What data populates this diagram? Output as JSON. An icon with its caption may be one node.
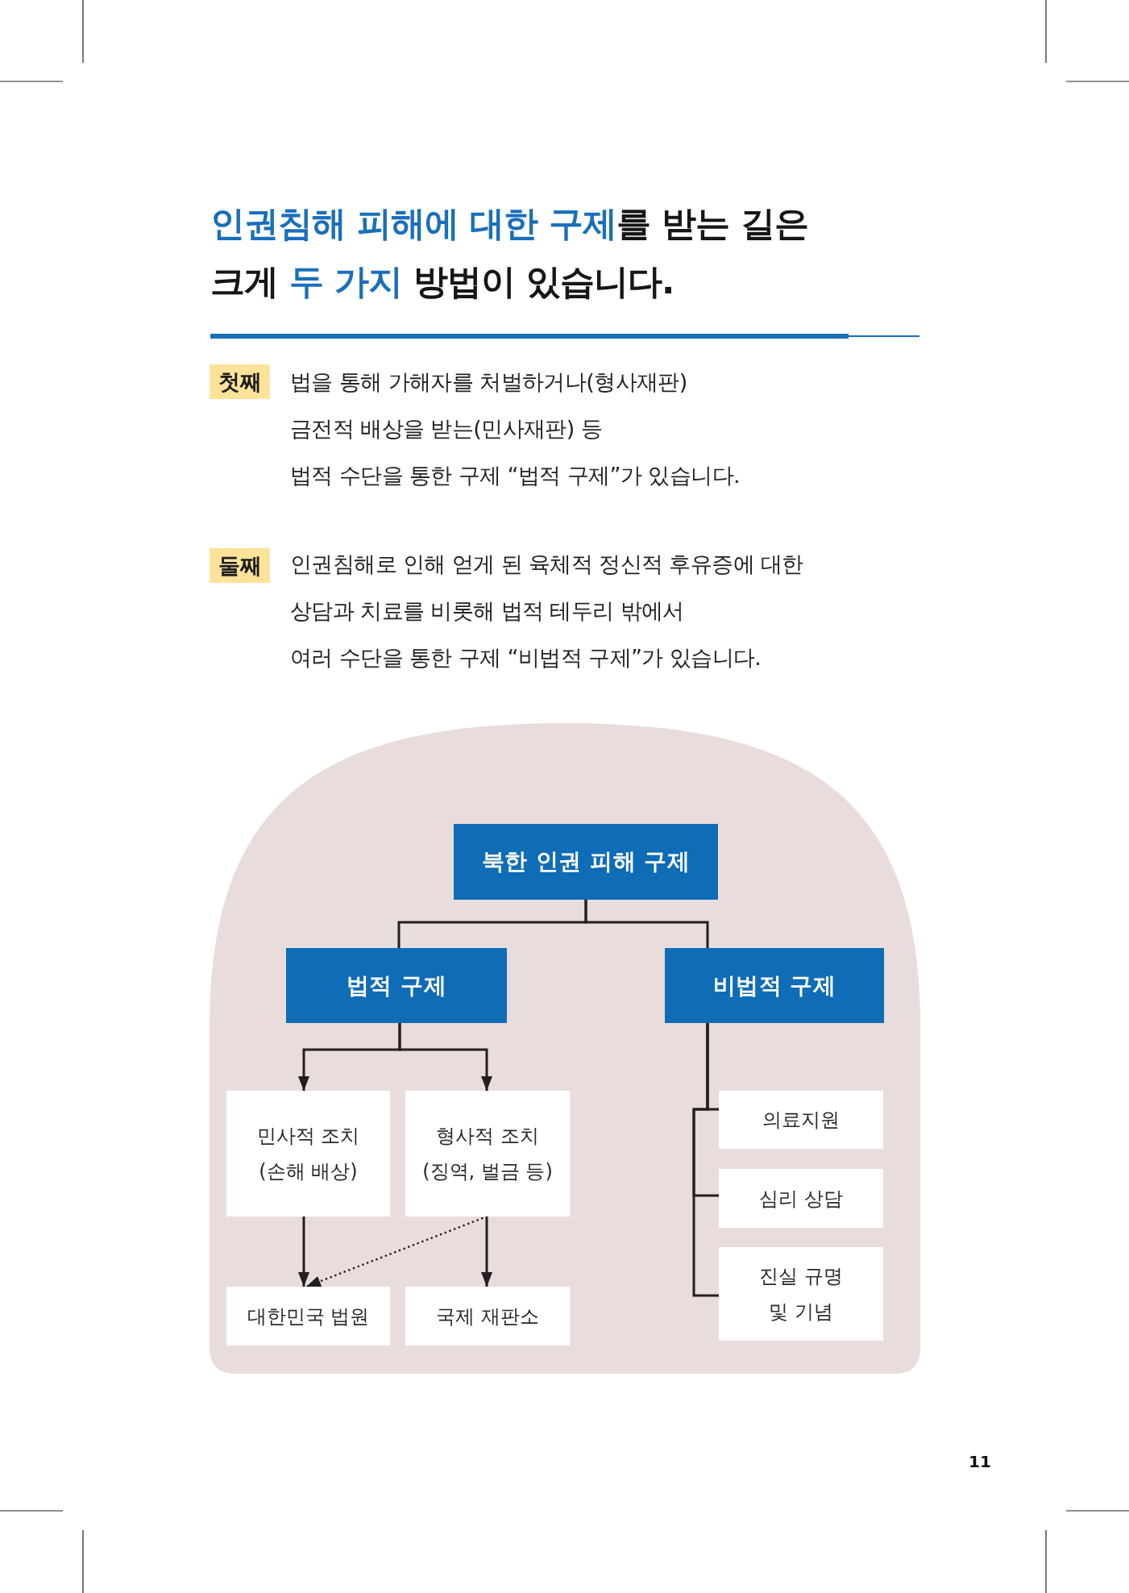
{
  "diagram": {
    "title": "**인권침해 피해에 대한 구제**를 받는 길은 크게 **두 가지** 방법이 있습니다.",
    "nodes": [
      {
        "text": [
          "북한 인권 피해 구제"
        ]
      },
      {
        "text": [
          "법적 구제"
        ]
      },
      {
        "text": [
          "비법적 구제"
        ]
      },
      {
        "text": [
          "민사적 조치 (손해 배상)"
        ]
      },
      {
        "text": [
          "형사적 조치 (징역, 벌금 등)"
        ]
      },
      {
        "text": [
          "의료지원"
        ]
      },
      {
        "text": [
          "심리 상담"
        ]
      },
      {
        "text": [
          "진실 규명 및 기념"
        ]
      },
      {
        "text": [
          "대한민국 법원"
        ]
      },
      {
        "text": [
          "국제 재판소"
        ]
      }
    ],
    "edges": [
      {
        "from": 0,
        "to": 1,
        "arrow": "none"
      },
      {
        "from": 0,
        "to": 2,
        "arrow": "none"
      },
      {
        "from": 1,
        "to": 3,
        "arrow": "to"
      },
      {
        "from": 1,
        "to": 4,
        "arrow": "to"
      },
      {
        "from": 2,
        "to": 5,
        "arrow": "none"
      },
      {
        "from": 2,
        "to": 6,
        "arrow": "none"
      },
      {
        "from": 2,
        "to": 7,
        "arrow": "none"
      },
      {
        "from": 3,
        "to": 8,
        "arrow": "to"
      },
      {
        "from": 4,
        "to": 9,
        "arrow": "to"
      },
      {
        "from": 4,
        "to": 8,
        "arrow": "to",
        "style": "dashed"
      }
    ],
    "labels": [
      "첫째",
      "법을 통해 가해자를 처벌하거나(형사재판) 금전적 배상을 받는(민사재판) 등 법적 수단을 통한 구제 “법적 구제”가 있습니다.",
      "둘째",
      "인권침해로 인해 얻게 된 육체적 정신적 후유증에 대한 상담과 치료를 비롯해 법적 테두리 밖에서 여러 수단을 통한 구제 “비법적 구제”가 있습니다.",
      "11"
    ]
  }
}
